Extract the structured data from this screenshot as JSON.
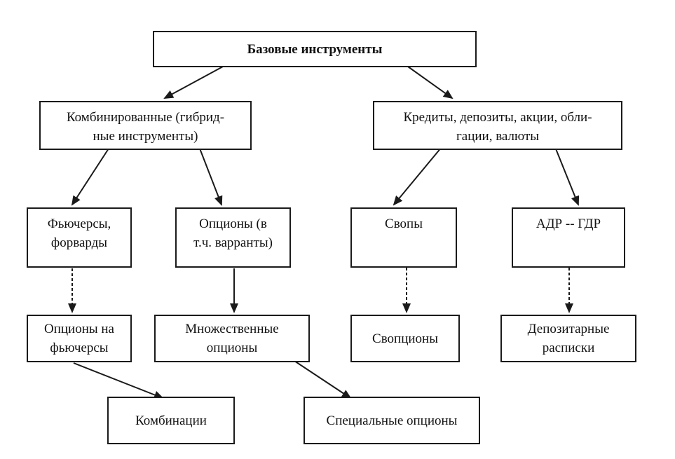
{
  "nodes": {
    "root": "Базовые инструменты",
    "combined_line1": "Комбинированные (гибрид-",
    "combined_line2": "ные инструменты)",
    "credits_line1": "Кредиты, депозиты, акции, обли-",
    "credits_line2": "гации, валюты",
    "futures_line1": "Фьючерсы,",
    "futures_line2": "форварды",
    "options_line1": "Опционы (в",
    "options_line2": "т.ч. варранты)",
    "swaps": "Свопы",
    "adr_gdr": "АДР -- ГДР",
    "futures_options_line1": "Опционы на",
    "futures_options_line2": "фьючерсы",
    "multiple_options_line1": "Множественные",
    "multiple_options_line2": "опционы",
    "swaptions": "Свопционы",
    "depositary_line1": "Депозитарные",
    "depositary_line2": "расписки",
    "combinations": "Комбинации",
    "special_options": "Специальные опционы"
  }
}
